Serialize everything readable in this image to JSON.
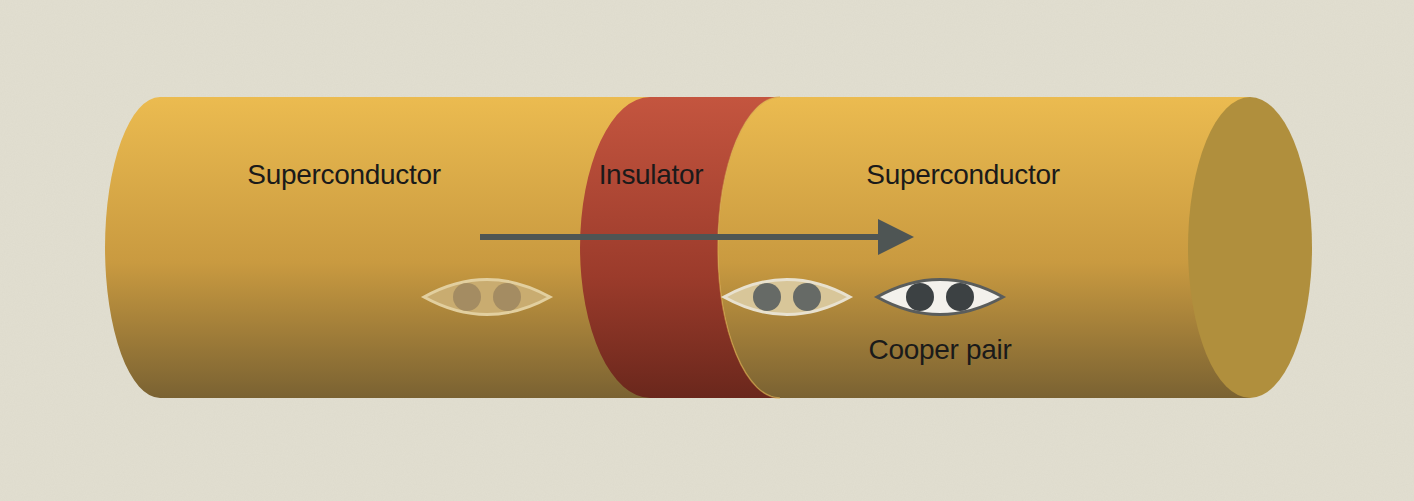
{
  "diagram": {
    "nodes": [
      {
        "text": [
          "Superconductor"
        ]
      },
      {
        "text": [
          "Insulator"
        ]
      },
      {
        "text": [
          "Superconductor"
        ]
      }
    ],
    "labels": [
      "Cooper pair"
    ]
  }
}
